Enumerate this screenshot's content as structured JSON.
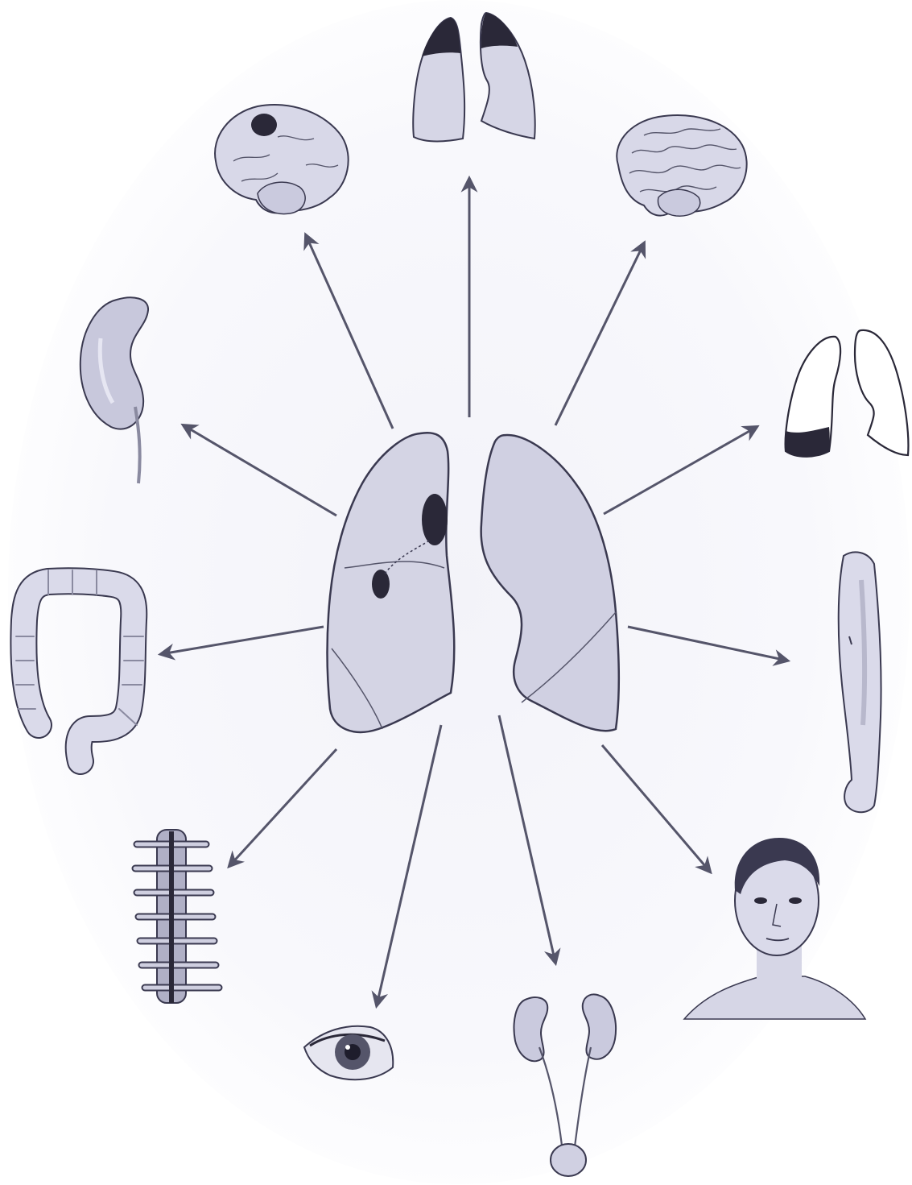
{
  "center": {
    "name": "lungs-with-tumor"
  },
  "targets": [
    {
      "name": "lungs-upper-lobe-opacity"
    },
    {
      "name": "brain-with-lesion"
    },
    {
      "name": "brain"
    },
    {
      "name": "kidney-adrenal"
    },
    {
      "name": "lungs-outline-effusion"
    },
    {
      "name": "colon"
    },
    {
      "name": "arm"
    },
    {
      "name": "spine-vertebrae"
    },
    {
      "name": "face-neck"
    },
    {
      "name": "eye"
    },
    {
      "name": "kidneys-bladder"
    }
  ],
  "colors": {
    "ink": "#3a3950",
    "fill": "#cfcfe0",
    "fill_light": "#e3e3ef",
    "dark": "#1e1d2c",
    "arrow": "#55556a"
  }
}
